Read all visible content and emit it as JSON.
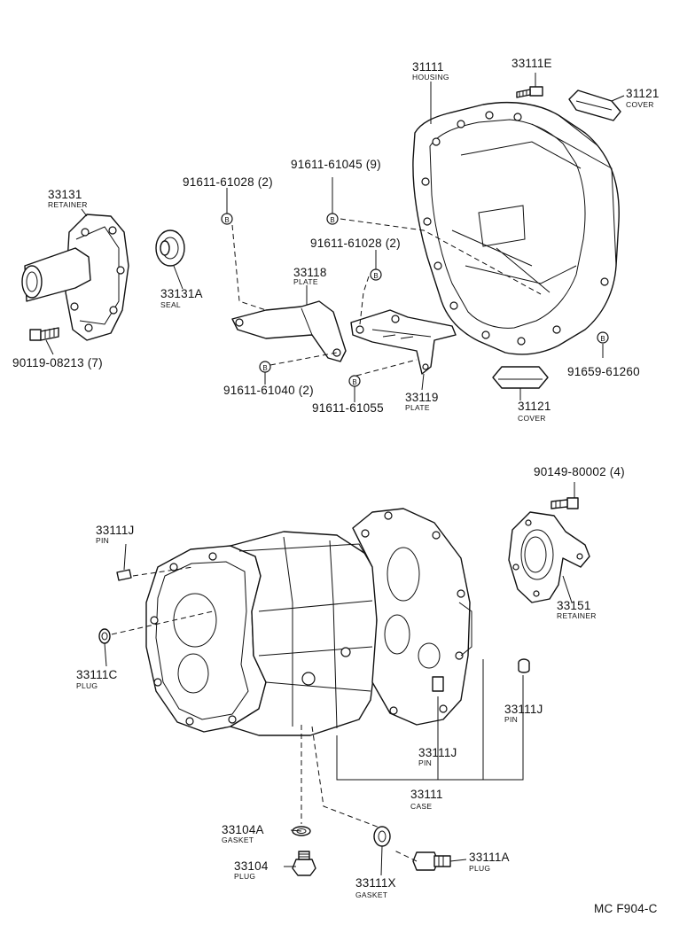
{
  "callouts": {
    "p31111": {
      "number": "31111",
      "desc": "HOUSING"
    },
    "p33111E": {
      "number": "33111E"
    },
    "p31121a": {
      "number": "31121",
      "desc": "COVER"
    },
    "p33131": {
      "number": "33131",
      "desc": "RETAINER"
    },
    "p91611_61028_a": {
      "number": "91611-61028 (2)"
    },
    "p91611_61045": {
      "number": "91611-61045 (9)"
    },
    "p91611_61028_b": {
      "number": "91611-61028 (2)"
    },
    "p33118": {
      "number": "33118",
      "desc": "PLATE"
    },
    "p33131A": {
      "number": "33131A",
      "desc": "SEAL"
    },
    "p90119": {
      "number": "90119-08213 (7)"
    },
    "p91611_61040": {
      "number": "91611-61040 (2)"
    },
    "p91611_61055": {
      "number": "91611-61055"
    },
    "p33119": {
      "number": "33119",
      "desc": "PLATE"
    },
    "p31121b": {
      "number": "31121",
      "desc": "COVER"
    },
    "p91659": {
      "number": "91659-61260"
    },
    "p90149": {
      "number": "90149-80002 (4)"
    },
    "p33111J_a": {
      "number": "33111J",
      "desc": "PIN"
    },
    "p33151": {
      "number": "33151",
      "desc": "RETAINER"
    },
    "p33111C": {
      "number": "33111C",
      "desc": "PLUG"
    },
    "p33111J_b": {
      "number": "33111J",
      "desc": "PIN"
    },
    "p33111J_c": {
      "number": "33111J",
      "desc": "PIN"
    },
    "p33111": {
      "number": "33111",
      "desc": "CASE"
    },
    "p33104A": {
      "number": "33104A",
      "desc": "GASKET"
    },
    "p33104": {
      "number": "33104",
      "desc": "PLUG"
    },
    "p33111X": {
      "number": "33111X",
      "desc": "GASKET"
    },
    "p33111A": {
      "number": "33111A",
      "desc": "PLUG"
    }
  },
  "bolt_marker": "B",
  "figure_code": "MC  F904-C"
}
